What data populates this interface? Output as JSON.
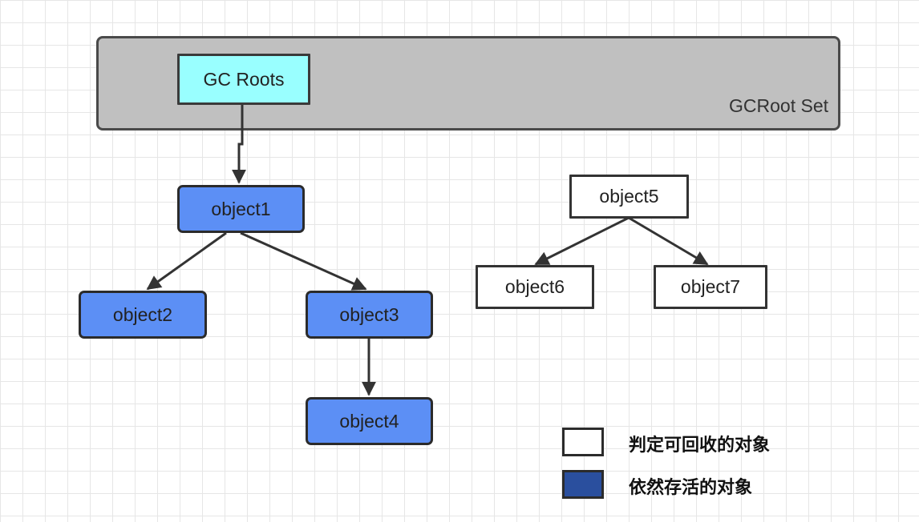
{
  "diagram": {
    "rootset_label": "GCRoot Set",
    "nodes": {
      "gc_roots": "GC Roots",
      "object1": "object1",
      "object2": "object2",
      "object3": "object3",
      "object4": "object4",
      "object5": "object5",
      "object6": "object6",
      "object7": "object7"
    },
    "edges": [
      [
        "GC Roots",
        "object1"
      ],
      [
        "object1",
        "object2"
      ],
      [
        "object1",
        "object3"
      ],
      [
        "object3",
        "object4"
      ],
      [
        "object5",
        "object6"
      ],
      [
        "object5",
        "object7"
      ]
    ]
  },
  "legend": {
    "items": [
      {
        "label": "判定可回收的对象",
        "color": "#ffffff"
      },
      {
        "label": "依然存活的对象",
        "color": "#2a4f9e"
      }
    ]
  },
  "colors": {
    "rootset_fill": "#c0c0c0",
    "gc_roots_fill": "#99ffff",
    "alive_fill": "#5c8ff5",
    "dead_fill": "#ffffff"
  }
}
